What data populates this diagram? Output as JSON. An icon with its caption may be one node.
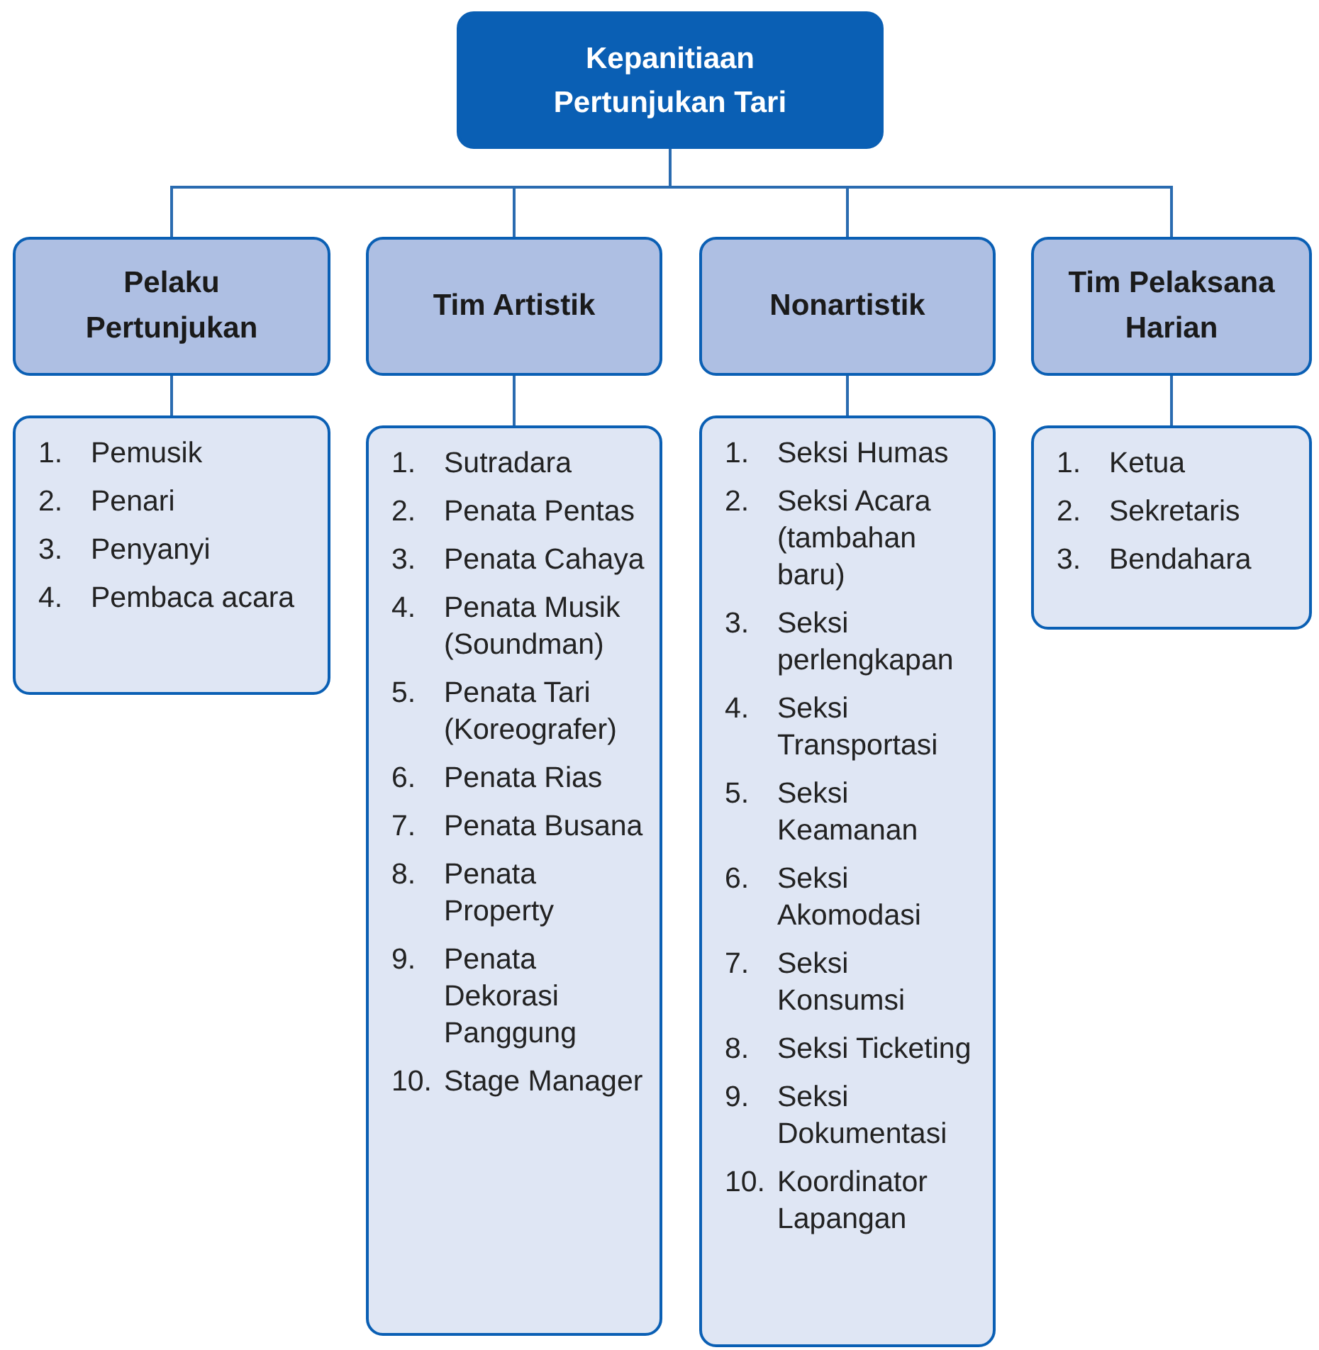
{
  "diagram": {
    "nodes": [
      {
        "text": [
          "Kepanitiaan Pertunjukan Tari"
        ]
      },
      {
        "text": [
          "Pelaku Pertunjukan"
        ]
      },
      {
        "text": [
          "Tim Artistik"
        ]
      },
      {
        "text": [
          "Nonartistik"
        ]
      },
      {
        "text": [
          "Tim Pelaksana Harian"
        ]
      },
      {
        "text": [
          "1. Pemusik",
          "2. Penari",
          "3. Penyanyi",
          "4. Pembaca acara"
        ]
      },
      {
        "text": [
          "1. Sutradara",
          "2. Penata Pentas",
          "3. Penata Cahaya",
          "4. Penata Musik (Soundman)",
          "5. Penata Tari (Koreografer)",
          "6. Penata Rias",
          "7. Penata Busana",
          "8. Penata Property",
          "9. Penata Dekorasi Panggung",
          "10. Stage Manager"
        ]
      },
      {
        "text": [
          "1. Seksi Humas",
          "2. Seksi Acara (tambahan baru)",
          "3. Seksi perlengkapan",
          "4. Seksi Transportasi",
          "5. Seksi Keamanan",
          "6. Seksi Akomodasi",
          "7. Seksi Konsumsi",
          "8. Seksi Ticketing",
          "9. Seksi Dokumentasi",
          "10. Koordinator Lapangan"
        ]
      },
      {
        "text": [
          "1. Ketua",
          "2. Sekretaris",
          "3. Bendahara"
        ]
      }
    ],
    "edges": [
      {
        "from": 0,
        "to": 1,
        "arrow": "none"
      },
      {
        "from": 0,
        "to": 2,
        "arrow": "none"
      },
      {
        "from": 0,
        "to": 3,
        "arrow": "none"
      },
      {
        "from": 0,
        "to": 4,
        "arrow": "none"
      },
      {
        "from": 1,
        "to": 5,
        "arrow": "none"
      },
      {
        "from": 2,
        "to": 6,
        "arrow": "none"
      },
      {
        "from": 3,
        "to": 7,
        "arrow": "none"
      },
      {
        "from": 4,
        "to": 8,
        "arrow": "none"
      }
    ]
  }
}
